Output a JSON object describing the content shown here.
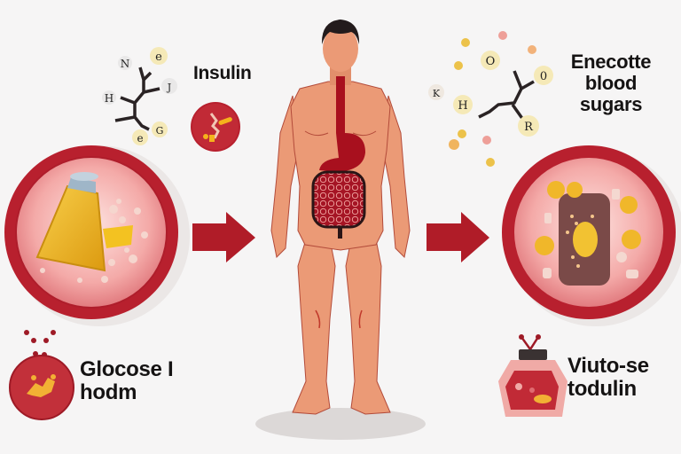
{
  "diagram": {
    "title": "Blood sugar / insulin process illustration",
    "labels": {
      "insulin": "Insulin",
      "enecotte_line1": "Enecotte",
      "enecotte_line2": "blood",
      "enecotte_line3": "sugars",
      "glocose_line1": "Glocose I",
      "glocose_line2": "hodm",
      "viuto_line1": "Viuto-se",
      "viuto_line2": "todulin"
    },
    "molecule_left_atoms": [
      "N",
      "e",
      "J",
      "H",
      "e",
      "G"
    ],
    "molecule_right_atoms": [
      "O",
      "0",
      "H",
      "K",
      "R"
    ],
    "flow": [
      {
        "id": "left-circle",
        "content": "flask with yellow liquid and particles"
      },
      {
        "id": "arrow-1",
        "direction": "right"
      },
      {
        "id": "human-body",
        "content": "human figure with digestive system"
      },
      {
        "id": "arrow-2",
        "direction": "right"
      },
      {
        "id": "right-circle",
        "content": "cell with glucose particles"
      }
    ],
    "colors": {
      "background": "#f6f5f5",
      "ring_red": "#b8202e",
      "inner_pink": "#f2a0a0",
      "skin": "#eb9a76",
      "organ_red": "#a8101e",
      "arrow_red": "#b01c28",
      "gold": "#f0b72a",
      "text": "#151313"
    }
  }
}
